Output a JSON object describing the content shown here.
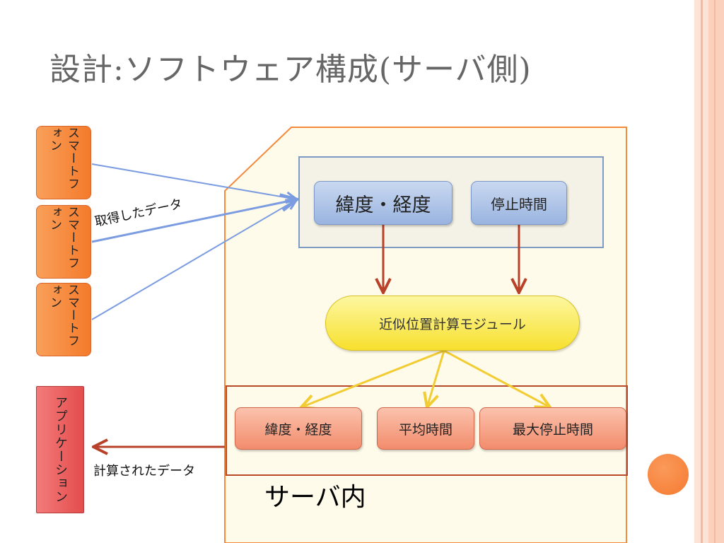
{
  "slide": {
    "title": "設計:ソフトウェア構成(サーバ側)"
  },
  "clients": {
    "smartphones": [
      "スマートフォン",
      "スマートフォン",
      "スマートフォン"
    ],
    "application": "アプリケーション"
  },
  "labels": {
    "acquired_data": "取得したデータ",
    "computed_data": "計算されたデータ",
    "server_inside": "サーバ内"
  },
  "inputs": {
    "lat_lon": "緯度・経度",
    "stop_time": "停止時間"
  },
  "module": {
    "name": "近似位置計算モジュール"
  },
  "outputs": {
    "lat_lon": "緯度・経度",
    "avg_time": "平均時間",
    "max_stop_time": "最大停止時間"
  },
  "colors": {
    "stripe_light": "#fde3d6",
    "stripe_mid": "#f7b9a0",
    "server_fill": "#fffbea",
    "server_border": "#f48a3c",
    "input_arrow": "#7b9ce0",
    "output_arrow": "#b8412a",
    "module_arrow": "#f2cc33",
    "accent_circle": "#f47a30"
  }
}
